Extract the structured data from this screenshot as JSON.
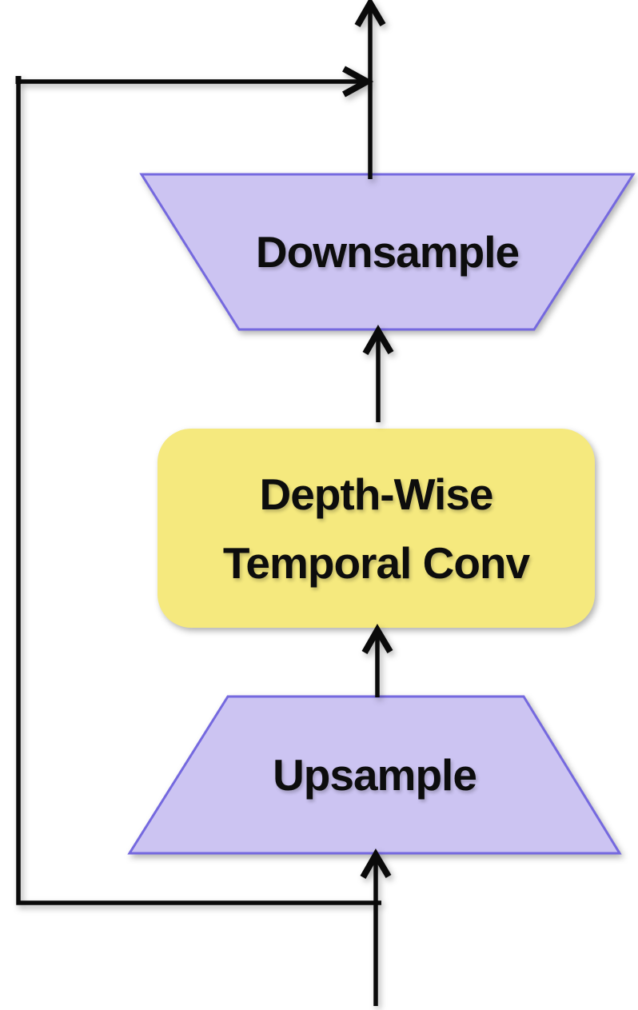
{
  "figure": {
    "type": "flow-diagram",
    "background": "#ffffff"
  },
  "colors": {
    "trapezoid_fill": "#ccc4f2",
    "trapezoid_border": "#7569df",
    "conv_fill": "#f5e97e",
    "line": "#0a0a0a"
  },
  "nodes": {
    "downsample": {
      "label": "Downsample",
      "shape": "inverted-trapezoid"
    },
    "conv": {
      "label_line1": "Depth-Wise",
      "label_line2": "Temporal Conv",
      "shape": "rounded-rectangle"
    },
    "upsample": {
      "label": "Upsample",
      "shape": "trapezoid"
    }
  },
  "edges": [
    {
      "from": "input",
      "to": "upsample",
      "style": "arrow-up"
    },
    {
      "from": "upsample",
      "to": "conv",
      "style": "arrow-up"
    },
    {
      "from": "conv",
      "to": "downsample",
      "style": "arrow-up"
    },
    {
      "from": "downsample",
      "to": "output",
      "style": "arrow-up"
    },
    {
      "from": "input",
      "to": "output",
      "style": "skip-connection-left"
    }
  ]
}
